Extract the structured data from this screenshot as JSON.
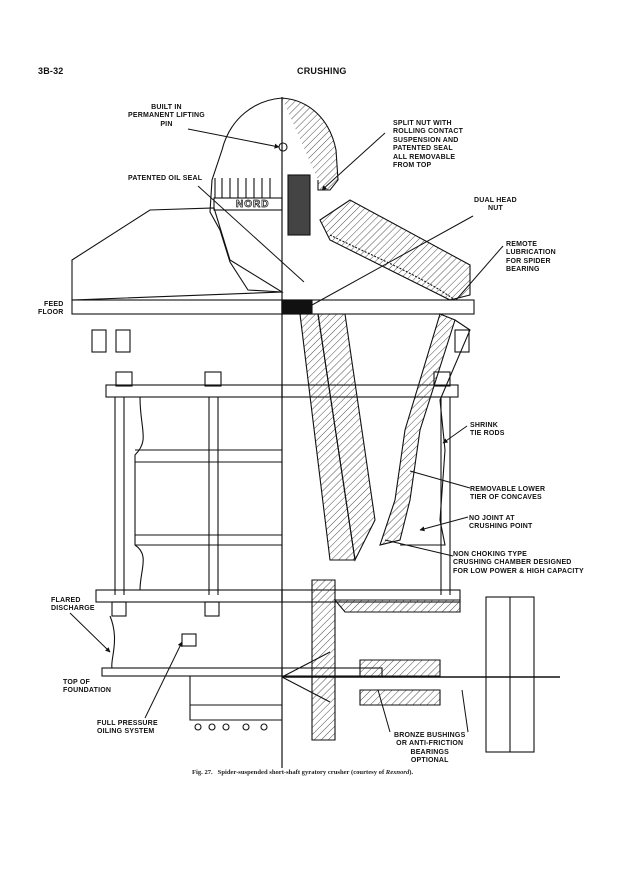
{
  "page": {
    "number": "3B-32",
    "section": "CRUSHING"
  },
  "figure": {
    "caption_prefix": "Fig. 27.",
    "caption_text": "Spider-suspended short-shaft gyratory crusher (courtesy of ",
    "caption_credit": "Rexnord",
    "caption_end": ").",
    "nameplate": "NORD"
  },
  "labels": {
    "lifting_pin": "BUILT IN\nPERMANENT LIFTING\nPIN",
    "oil_seal": "PATENTED OIL SEAL",
    "split_nut": "SPLIT NUT WITH\nROLLING CONTACT\nSUSPENSION AND\nPATENTED SEAL\nALL REMOVABLE\nFROM TOP",
    "dual_head_nut": "DUAL HEAD\nNUT",
    "remote_lubrication": "REMOTE\nLUBRICATION\nFOR SPIDER\nBEARING",
    "feed_floor": "FEED\nFLOOR",
    "shrink_tie_rods": "SHRINK\nTIE RODS",
    "lower_concaves": "REMOVABLE LOWER\nTIER OF CONCAVES",
    "no_joint": "NO JOINT AT\nCRUSHING POINT",
    "non_choking": "NON CHOKING TYPE\nCRUSHING CHAMBER DESIGNED\nFOR LOW POWER & HIGH CAPACITY",
    "flared_discharge": "FLARED\nDISCHARGE",
    "top_of_foundation": "TOP OF\nFOUNDATION",
    "oiling_system": "FULL PRESSURE\nOILING SYSTEM",
    "bushings": "BRONZE BUSHINGS\nOR ANTI-FRICTION\nBEARINGS\nOPTIONAL"
  }
}
